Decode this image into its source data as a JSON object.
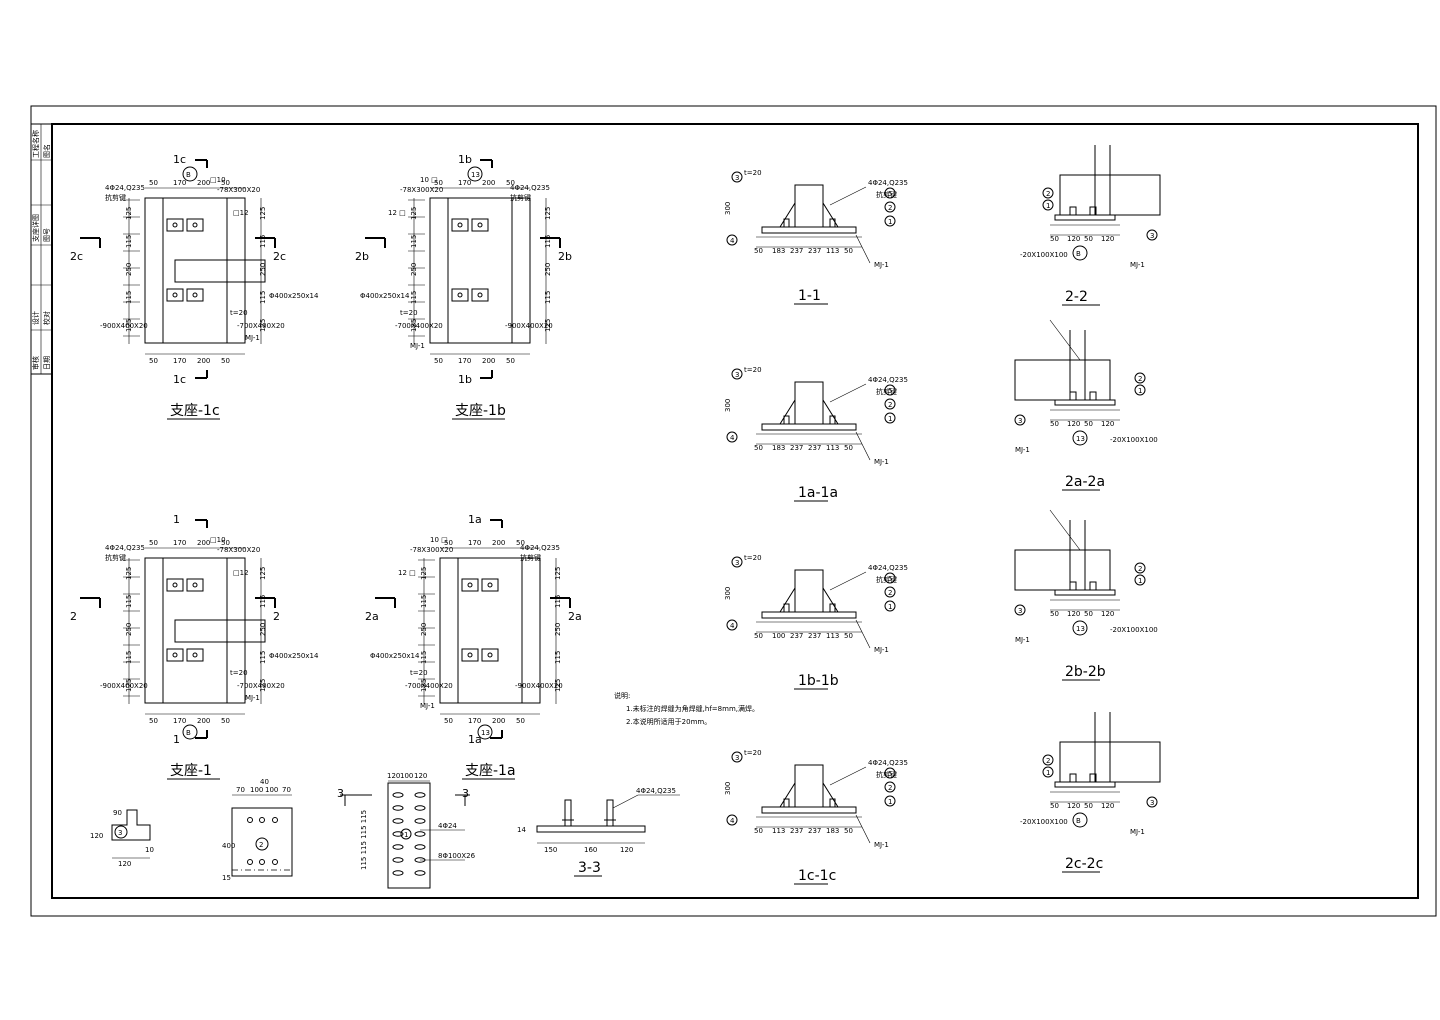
{
  "plans": [
    {
      "id": "1c",
      "caption": "支座-1c",
      "section_mark": "1c",
      "side_mark": "2c",
      "axis": "B",
      "plates": [
        "4Φ24,Q235",
        "抗剪键",
        "-78X300X20",
        "□12",
        "Φ400x250x14",
        "t=20",
        "-700X400X20",
        "-900X400X20",
        "MJ-1",
        "□10"
      ]
    },
    {
      "id": "1b",
      "caption": "支座-1b",
      "section_mark": "1b",
      "side_mark": "2b",
      "axis": "13",
      "plates": [
        "4Φ24,Q235",
        "抗剪键",
        "-78X300X20",
        "12 □",
        "Φ400x250x14",
        "t=20",
        "-700X400X20",
        "-900X400X20",
        "MJ-1",
        "10 □"
      ]
    },
    {
      "id": "1",
      "caption": "支座-1",
      "section_mark": "1",
      "side_mark": "2",
      "axis": "B",
      "plates": [
        "4Φ24,Q235",
        "抗剪键",
        "-78X300X20",
        "□12",
        "Φ400x250x14",
        "t=20",
        "-700X400X20",
        "-900X400X20",
        "MJ-1",
        "□10"
      ]
    },
    {
      "id": "1a",
      "caption": "支座-1a",
      "section_mark": "1a",
      "side_mark": "2a",
      "axis": "13",
      "plates": [
        "4Φ24,Q235",
        "抗剪键",
        "-78X300X20",
        "12 □",
        "Φ400x250x14",
        "t=20",
        "-700X400X20",
        "-900X400X20",
        "MJ-1",
        "10 □"
      ]
    }
  ],
  "sections_1": [
    {
      "caption": "1-1",
      "t": "t=20",
      "bolt": "4Φ24,Q235",
      "key": "抗剪键",
      "mj": "MJ-1",
      "dims": [
        "50",
        "183",
        "237",
        "237",
        "113",
        "50"
      ]
    },
    {
      "caption": "1a-1a",
      "t": "t=20",
      "bolt": "4Φ24,Q235",
      "key": "抗剪键",
      "mj": "MJ-1",
      "dims": [
        "50",
        "183",
        "237",
        "237",
        "113",
        "50"
      ]
    },
    {
      "caption": "1b-1b",
      "t": "t=20",
      "bolt": "4Φ24,Q235",
      "key": "抗剪键",
      "mj": "MJ-1",
      "dims": [
        "50",
        "100",
        "237",
        "237",
        "113",
        "50"
      ]
    },
    {
      "caption": "1c-1c",
      "t": "t=20",
      "bolt": "4Φ24,Q235",
      "key": "抗剪键",
      "mj": "MJ-1",
      "dims": [
        "50",
        "113",
        "237",
        "237",
        "183",
        "50"
      ]
    }
  ],
  "sections_2": [
    {
      "caption": "2-2",
      "axis": "B",
      "plate": "-20X100X100",
      "mj": "MJ-1",
      "dims": [
        "50",
        "120",
        "50",
        "120"
      ]
    },
    {
      "caption": "2a-2a",
      "axis": "13",
      "plate": "-20X100X100",
      "mj": "MJ-1",
      "dims": [
        "50",
        "120",
        "50",
        "120"
      ]
    },
    {
      "caption": "2b-2b",
      "axis": "13",
      "plate": "-20X100X100",
      "mj": "MJ-1",
      "dims": [
        "50",
        "120",
        "50",
        "120"
      ]
    },
    {
      "caption": "2c-2c",
      "axis": "B",
      "plate": "-20X100X100",
      "mj": "MJ-1",
      "dims": [
        "50",
        "120",
        "50",
        "120"
      ]
    }
  ],
  "details": {
    "section_33": {
      "caption": "3-3",
      "bolt": "4Φ24,Q235",
      "dims": [
        "150",
        "160",
        "120"
      ]
    },
    "hole_plate": {
      "bolt": "4Φ24",
      "holes": "8Φ100X26"
    },
    "notes_title": "说明:",
    "notes": [
      "1.未标注的焊缝为角焊缝,hf=8mm,满焊。",
      "2.本说明所适用于20mm。"
    ]
  },
  "title_block": {
    "cells": [
      "工程名称",
      "图名",
      "支座详图",
      "图号",
      "设计",
      "校对",
      "审核",
      "日期"
    ]
  }
}
